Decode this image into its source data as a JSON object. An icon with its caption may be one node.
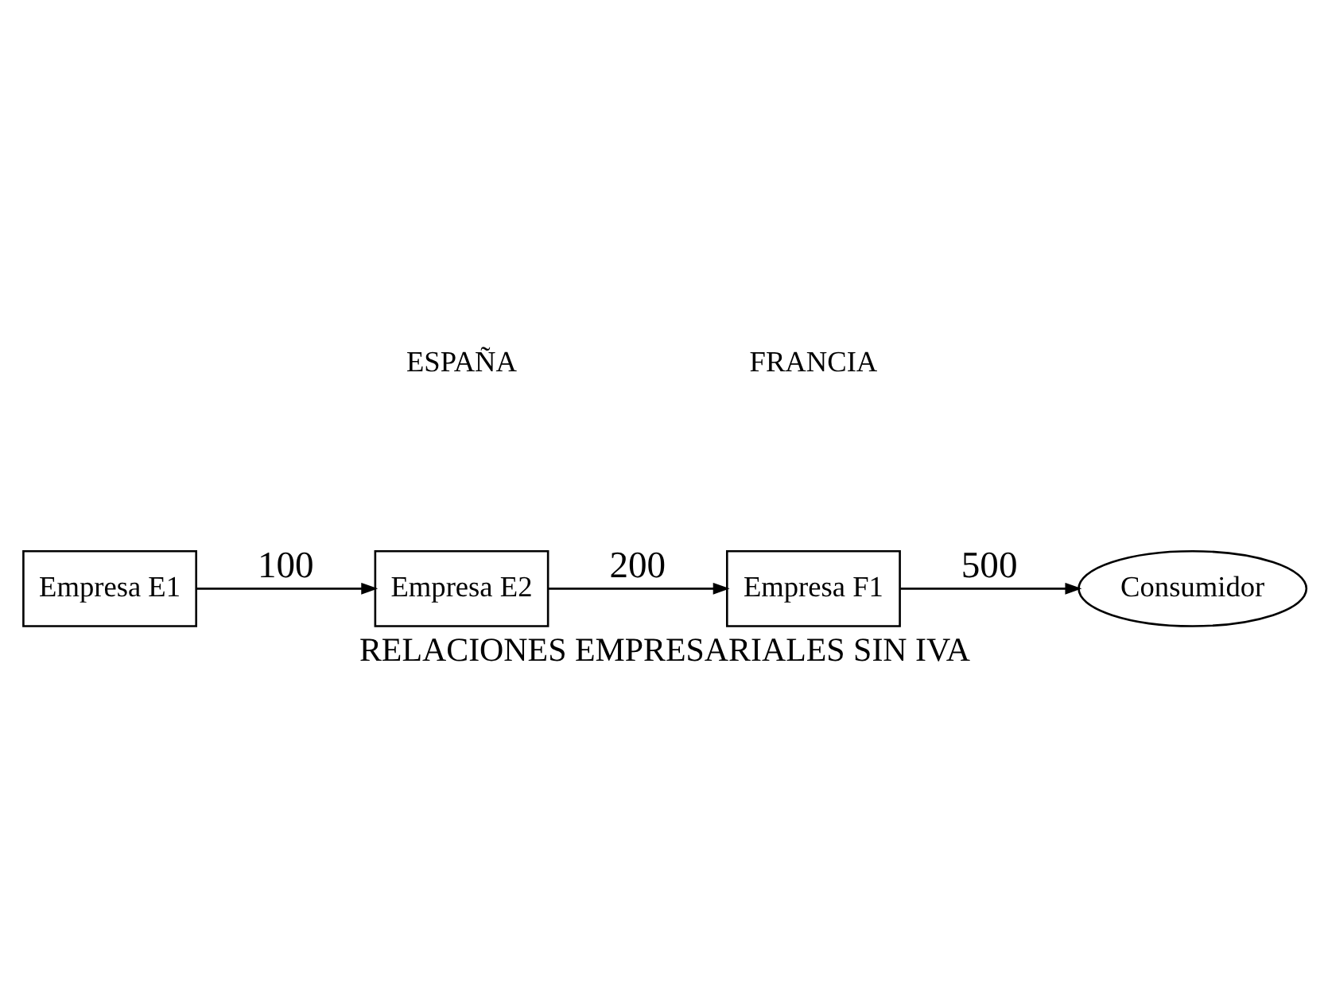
{
  "diagram": {
    "caption": "RELACIONES EMPRESARIALES SIN IVA",
    "nodes": [
      {
        "text": [
          "Empresa E1"
        ]
      },
      {
        "text": [
          "Empresa E2"
        ]
      },
      {
        "text": [
          "Empresa F1"
        ]
      },
      {
        "text": [
          "Consumidor"
        ]
      }
    ],
    "edges": [
      {
        "from": 0,
        "to": 1,
        "arrow": "to",
        "label": "100"
      },
      {
        "from": 1,
        "to": 2,
        "arrow": "to",
        "label": "200"
      },
      {
        "from": 2,
        "to": 3,
        "arrow": "to",
        "label": "500"
      }
    ],
    "labels": [
      "ESPAÑA",
      "FRANCIA"
    ]
  }
}
